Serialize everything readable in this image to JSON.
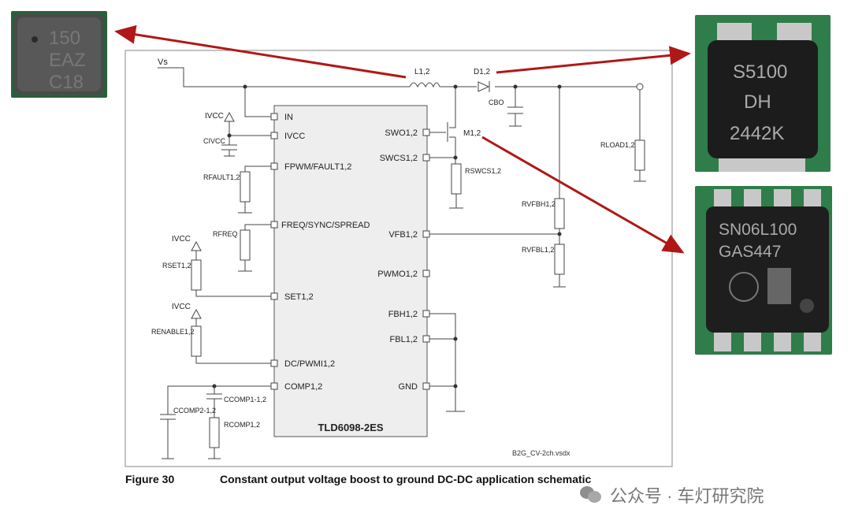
{
  "photos": {
    "inductor": {
      "marking": [
        "150",
        "EAZ",
        "C18"
      ]
    },
    "diode": {
      "marking": [
        "S5100",
        "DH",
        "2442K"
      ]
    },
    "mosfet": {
      "marking": [
        "SN06L100",
        "GAS447"
      ]
    }
  },
  "schematic": {
    "ic_name": "TLD6098-2ES",
    "file_name": "B2G_CV-2ch.vsdx",
    "pins_left": [
      "IN",
      "IVCC",
      "FPWM/FAULT1,2",
      "FREQ/SYNC/SPREAD",
      "SET1,2",
      "DC/PWMI1,2",
      "COMP1,2"
    ],
    "pins_right": [
      "SWO1,2",
      "SWCS1,2",
      "VFB1,2",
      "PWMO1,2",
      "FBH1,2",
      "FBL1,2",
      "GND"
    ],
    "labels": {
      "vs": "Vs",
      "inductor": "L1,2",
      "diode": "D1,2",
      "cbo": "CBO",
      "mosfet": "M1,2",
      "rload": "RLOAD1,2",
      "rswcs": "RSWCS1,2",
      "rvfbh": "RVFBH1,2",
      "rvfbl": "RVFBL1,2",
      "ivcc_top": "IVCC",
      "civcc": "CIVCC",
      "rfault": "RFAULT1,2",
      "rfreq": "RFREQ",
      "ivcc_set": "IVCC",
      "rset": "RSET1,2",
      "ivcc_en": "IVCC",
      "renable": "RENABLE1,2",
      "ccomp1": "CCOMP1-1,2",
      "ccomp2": "CCOMP2-1,2",
      "rcomp": "RCOMP1,2"
    }
  },
  "caption": {
    "figure": "Figure 30",
    "title": "Constant output voltage boost to ground DC-DC application schematic"
  },
  "watermark": {
    "text": "公众号 · 车灯研究院"
  },
  "colors": {
    "arrow": "#b01818",
    "ic_fill": "#eeeeee",
    "pcb_green": "#2f7d4a"
  }
}
